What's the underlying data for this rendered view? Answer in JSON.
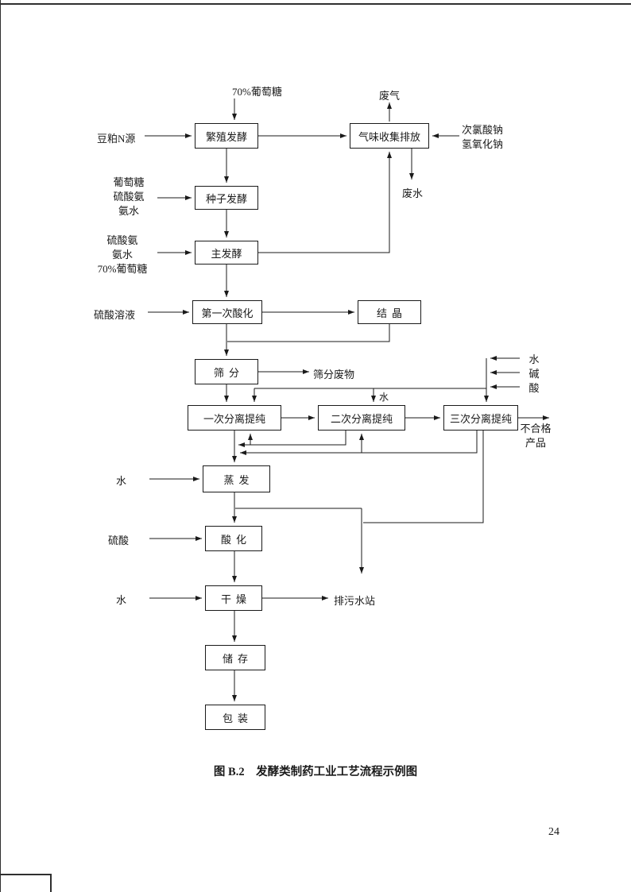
{
  "caption": "图 B.2　发酵类制药工业工艺流程示例图",
  "page_number": "24",
  "nodes": {
    "propagation": "繁殖发酵",
    "odor_collection": "气味收集排放",
    "seed": "种子发酵",
    "main_fermentation": "主发酵",
    "first_acidification": "第一次酸化",
    "crystallization": "结晶",
    "sieving": "筛分",
    "separation1": "一次分离提纯",
    "separation2": "二次分离提纯",
    "separation3": "三次分离提纯",
    "evaporation": "蒸发",
    "acidification": "酸化",
    "drying": "干燥",
    "storage": "储存",
    "packaging": "包装"
  },
  "inputs": {
    "glucose70_top": "70%葡萄糖",
    "soybean_n": "豆粕N源",
    "seed_feed": [
      "葡萄糖",
      "硫酸氨",
      "氨水"
    ],
    "main_feed": [
      "硫酸氨",
      "氨水",
      "70%葡萄糖"
    ],
    "sulfuric_solution": "硫酸溶液",
    "odor_treatment": [
      "次氯酸钠",
      "氢氧化钠"
    ],
    "right_feed": [
      "水",
      "碱",
      "酸"
    ],
    "water_sep2": "水",
    "water_evaporation": "水",
    "sulfuric_acid": "硫酸",
    "water_drying": "水"
  },
  "outputs": {
    "waste_gas": "废气",
    "waste_water": "废水",
    "sieve_waste": "筛分废物",
    "unqualified": [
      "不合格",
      "产品"
    ],
    "sewage_station": "排污水站"
  }
}
